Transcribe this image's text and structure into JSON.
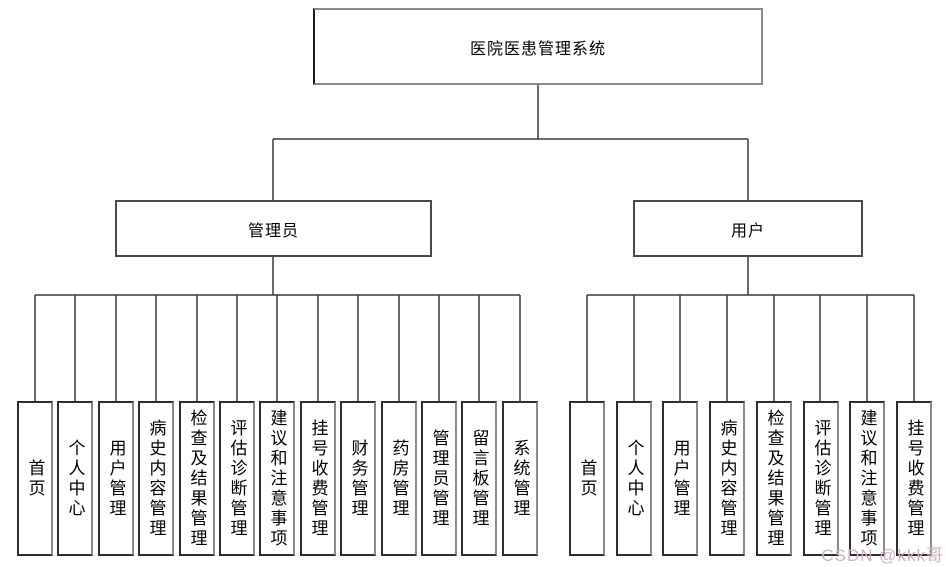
{
  "diagram": {
    "root": {
      "label": "医院医患管理系统"
    },
    "branches": [
      {
        "label": "管理员",
        "children": [
          "首页",
          "个人中心",
          "用户管理",
          "病史内容管理",
          "检查及结果管理",
          "评估诊断管理",
          "建议和注意事项",
          "挂号收费管理",
          "财务管理",
          "药房管理",
          "管理员管理",
          "留言板管理",
          "系统管理"
        ]
      },
      {
        "label": "用户",
        "children": [
          "首页",
          "个人中心",
          "用户管理",
          "病史内容管理",
          "检查及结果管理",
          "评估诊断管理",
          "建议和注意事项",
          "挂号收费管理"
        ]
      }
    ]
  },
  "watermark": "CSDN @kkk哥",
  "colors": {
    "background": "#ffffff",
    "line": "#3a3a3a",
    "node_border": "#4a4a4a",
    "text": "#000000",
    "watermark": "#d2b0bf"
  }
}
